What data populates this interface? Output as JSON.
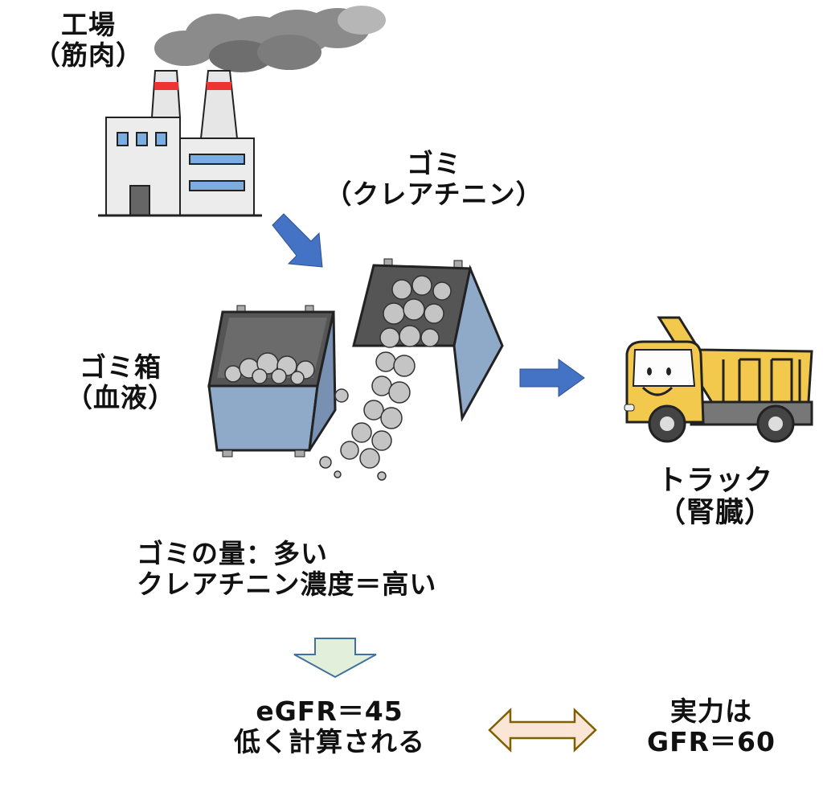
{
  "factory": {
    "title": "工場",
    "subtitle": "（筋肉）"
  },
  "waste": {
    "title": "ゴミ",
    "subtitle": "（クレアチニン）"
  },
  "bin": {
    "title": "ゴミ箱",
    "subtitle": "（血液）"
  },
  "truck": {
    "title": "トラック",
    "subtitle": "（腎臓）"
  },
  "status": {
    "line1": "ゴミの量：多い",
    "line2": "クレアチニン濃度＝高い"
  },
  "result": {
    "line1": "eGFR＝45",
    "line2": "低く計算される"
  },
  "actual": {
    "line1": "実力は",
    "line2": "GFR＝60"
  },
  "colors": {
    "flow_arrow": "#4472C4",
    "down_arrow_fill": "#E2EFDA",
    "down_arrow_stroke": "#41719C",
    "double_arrow_fill": "#FBE5D6",
    "double_arrow_stroke": "#7F6000",
    "truck_yellow": "#F2C94C",
    "bin_blue": "#8FA9C9"
  }
}
